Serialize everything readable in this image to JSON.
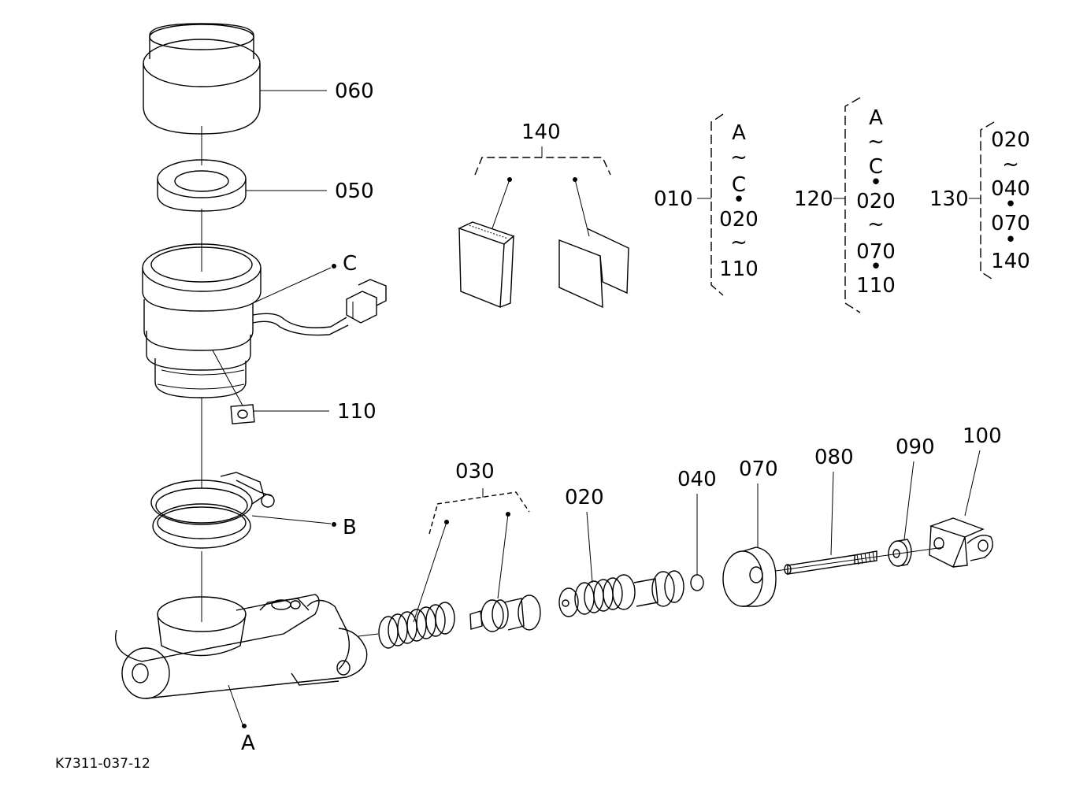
{
  "callouts": {
    "p060": "060",
    "p050": "050",
    "p110": "110",
    "p140": "140",
    "p010": "010",
    "p120": "120",
    "p130": "130",
    "p030": "030",
    "p020": "020",
    "p040": "040",
    "p070": "070",
    "p080": "080",
    "p090": "090",
    "p100": "100",
    "refA": "A",
    "refB": "B",
    "refC": "C"
  },
  "groups": {
    "g010": [
      "A",
      "~",
      "C",
      "•",
      "020",
      "~",
      "110"
    ],
    "g120": [
      "A",
      "~",
      "C",
      "•",
      "020",
      "~",
      "070",
      "•",
      "110"
    ],
    "g130": [
      "020",
      "~",
      "040",
      "•",
      "070",
      "•",
      "140"
    ]
  },
  "figure_code": "K7311-037-12"
}
